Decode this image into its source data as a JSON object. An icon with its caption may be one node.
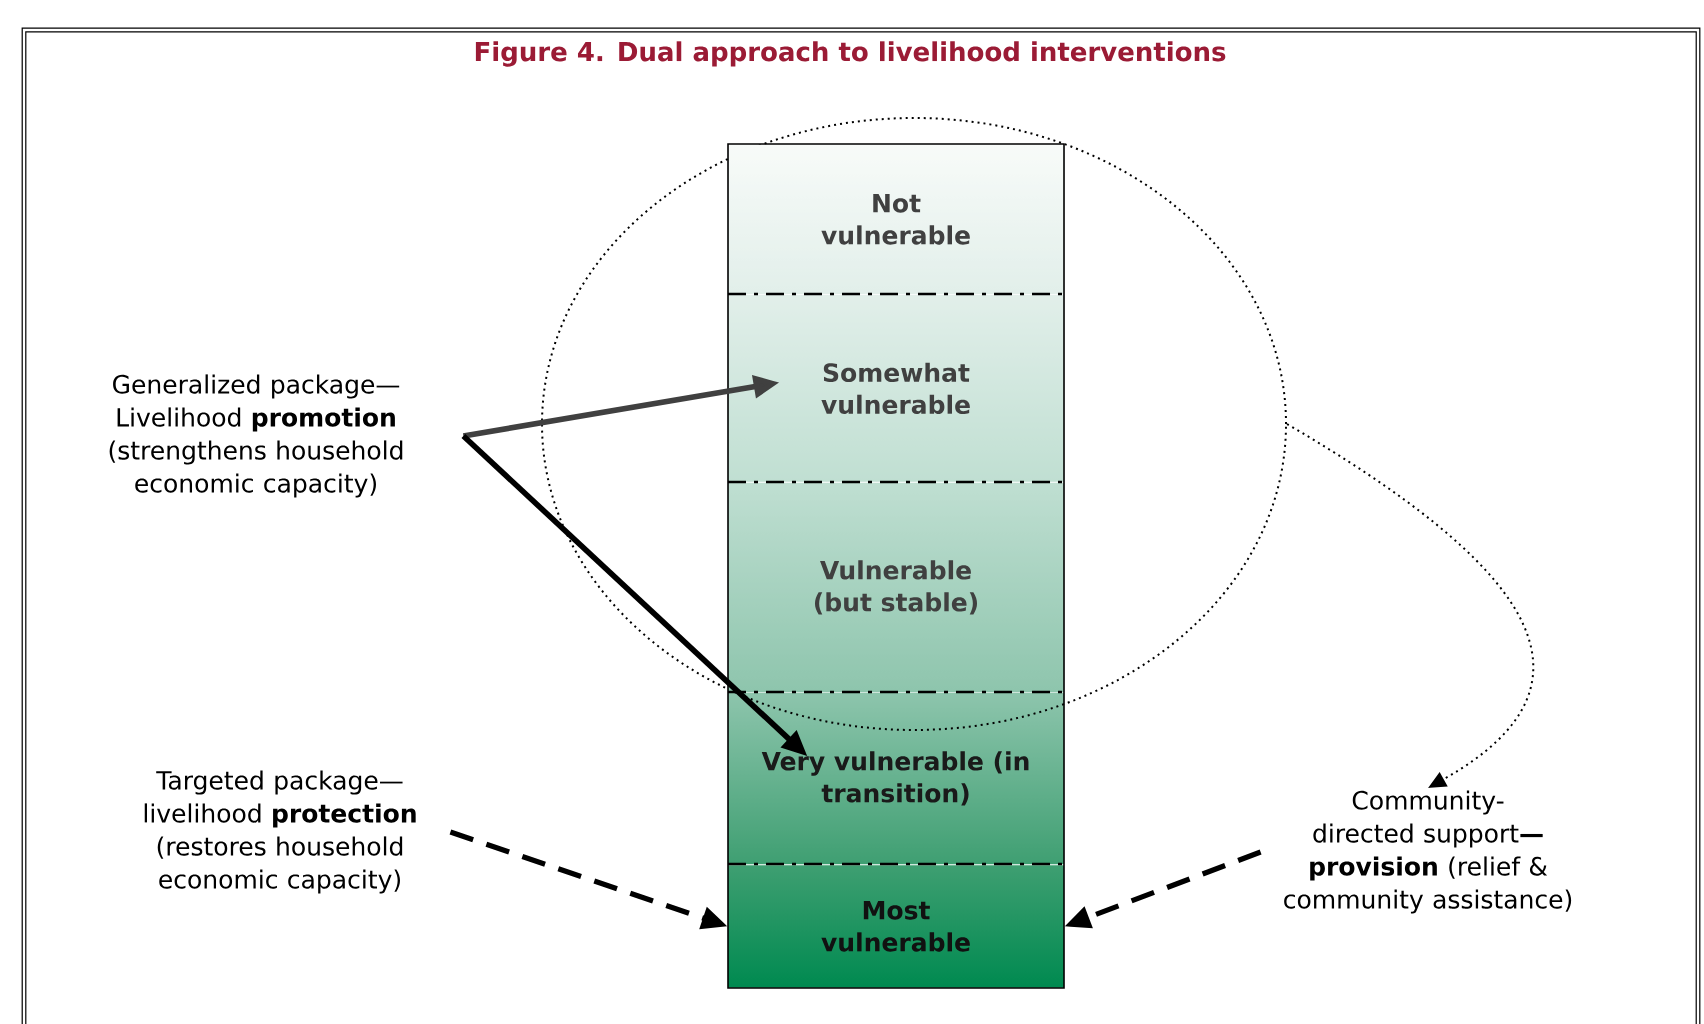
{
  "diagram": {
    "title": "Figure 4. Dual approach to livelihood interventions",
    "nodes": [
      {
        "text": [],
        "shape": "ellipse"
      },
      {
        "text": [
          "Not vulnerable"
        ],
        "in": 0
      },
      {
        "text": [
          "Somewhat vulnerable"
        ],
        "in": 0
      },
      {
        "text": [
          "Vulnerable (but stable)"
        ],
        "in": 0
      },
      {
        "text": [
          "Very vulnerable (in transition)"
        ]
      },
      {
        "text": [
          "Most vulnerable"
        ]
      },
      {
        "text": [
          "Generalized package— Livelihood **promotion** (strengthens household economic capacity)"
        ]
      },
      {
        "text": [
          "Targeted package— livelihood **protection** (restores household economic capacity)"
        ]
      },
      {
        "text": [
          "Community-directed support**—provision** (relief & community assistance)"
        ]
      }
    ],
    "edges": [
      {
        "from": 6,
        "to": 2,
        "arrow": "to",
        "color": "#404040"
      },
      {
        "from": 6,
        "to": 4,
        "arrow": "to"
      },
      {
        "from": 7,
        "to": 5,
        "arrow": "to",
        "style": "dashed"
      },
      {
        "from": 8,
        "to": 5,
        "arrow": "to",
        "style": "dashed"
      },
      {
        "from": 0,
        "to": 8,
        "arrow": "to",
        "style": "dashed"
      }
    ]
  }
}
